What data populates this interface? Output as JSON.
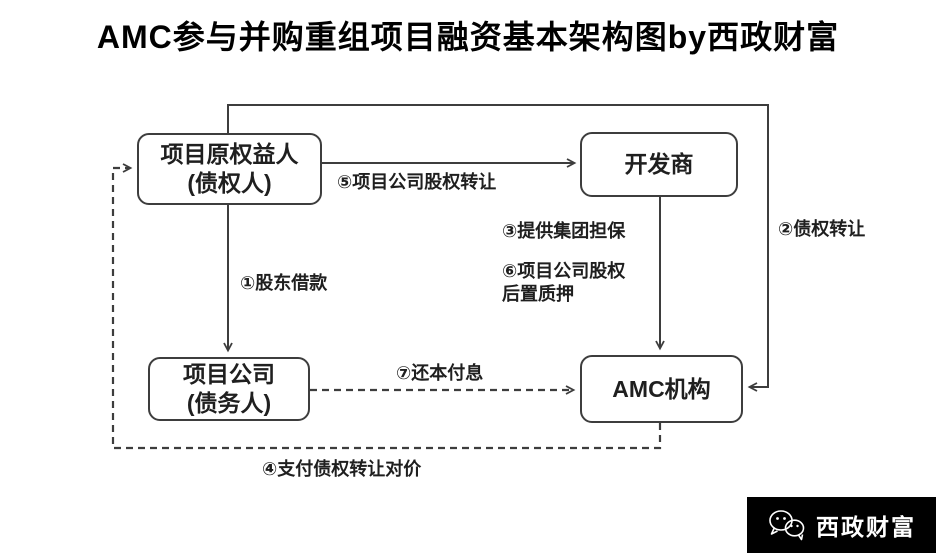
{
  "title": "AMC参与并购重组项目融资基本架构图by西政财富",
  "nodes": {
    "original_owner": {
      "line1": "项目原权益人",
      "line2": "(债权人)"
    },
    "developer": {
      "label": "开发商"
    },
    "project_company": {
      "line1": "项目公司",
      "line2": "(债务人)"
    },
    "amc": {
      "label": "AMC机构"
    }
  },
  "edge_labels": {
    "shareholder_loan": "①股东借款",
    "debt_transfer": "②债权转让",
    "group_guarantee": "③提供集团担保",
    "pay_consideration": "④支付债权转让对价",
    "equity_transfer": "⑤项目公司股权转让",
    "equity_pledge": "⑥项目公司股权\n后置质押",
    "repay_principal_interest": "⑦还本付息"
  },
  "footer": {
    "brand": "西政财富",
    "icon": "wechat-icon"
  },
  "colors": {
    "line": "#3d3d3d",
    "text": "#1f1f1f",
    "background": "#ffffff",
    "brand_bg": "#000000",
    "brand_text": "#ffffff"
  }
}
